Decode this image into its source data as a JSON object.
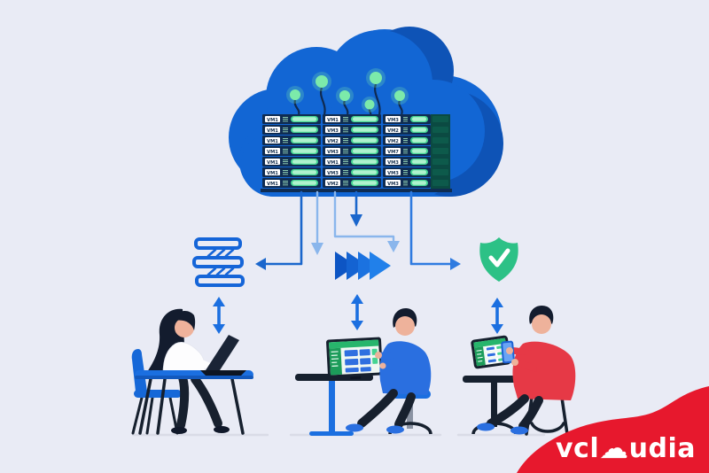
{
  "page": {
    "background": "#e9ebf5",
    "floor_color": "#d9dbe6"
  },
  "cloud": {
    "color_main": "#1266d4",
    "color_shade": "#0e53b6",
    "node_color": "#7ceaaa",
    "node_count": 6,
    "racks": [
      {
        "rows": [
          "VM1",
          "VM1",
          "VM1",
          "VM1",
          "VM1",
          "VM1",
          "VM1"
        ]
      },
      {
        "rows": [
          "VM1",
          "VM3",
          "VM2",
          "VM3",
          "VM1",
          "VM3",
          "VM2"
        ]
      },
      {
        "rows": [
          "VM3",
          "VM2",
          "VM2",
          "VM7",
          "VM3",
          "VM3",
          "VM3"
        ]
      }
    ],
    "rack_colors": {
      "row_bg": "#0f2c52",
      "label_bg": "#ffffff",
      "pill_outer": "#45d492",
      "pill_inner": "#aef2cd",
      "side_panel": "#0b4a42"
    }
  },
  "icons": {
    "storage_stack": {
      "name": "storage-stack-icon",
      "color": "#1565d8"
    },
    "fast_forward": {
      "name": "fast-forward-icon",
      "colors": [
        "#0d55c4",
        "#1463d2",
        "#1b72e0",
        "#2180ea"
      ]
    },
    "shield_check": {
      "name": "shield-check-icon",
      "color": "#2cc186",
      "check_color": "#ffffff"
    }
  },
  "arrows": {
    "dark": "#1a66cc",
    "medium": "#2f7be0",
    "light": "#8ab6ec",
    "sync": "#1b6fe0"
  },
  "logo": {
    "full_name": "vcloudia",
    "text_before": "vcl",
    "cloud_glyph": "☁",
    "text_after": "udia",
    "blob_color": "#e7182d",
    "text_color": "#ffffff"
  }
}
